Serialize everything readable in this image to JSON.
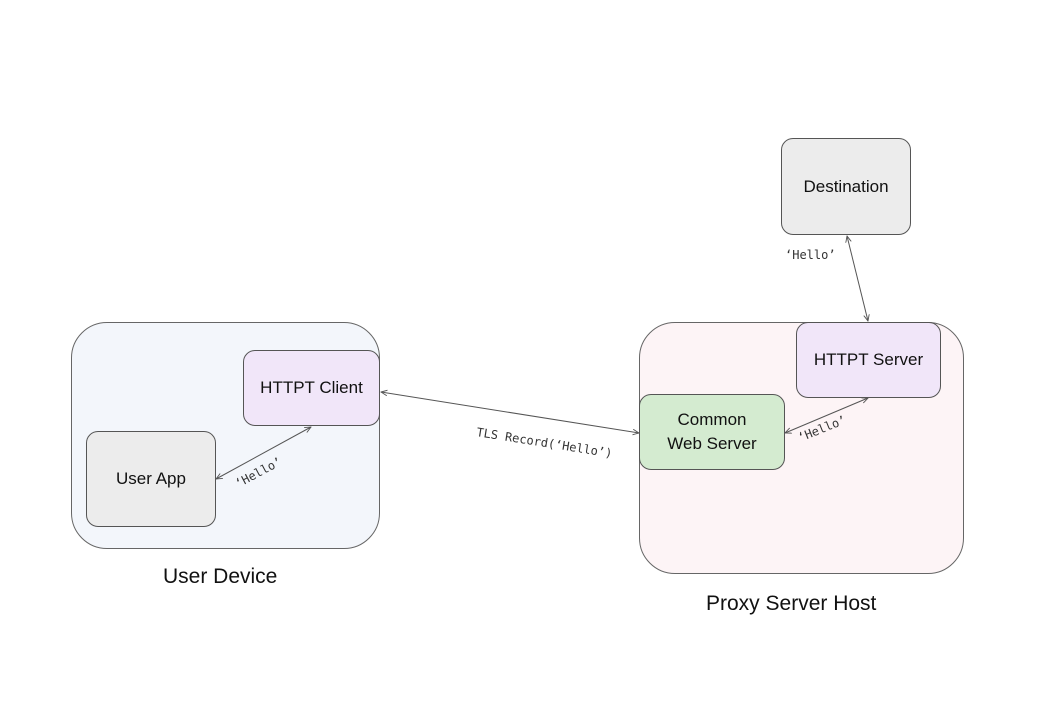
{
  "groups": {
    "user_device": {
      "label": "User Device",
      "fill": "#f3f6fb"
    },
    "proxy_host": {
      "label": "Proxy Server Host",
      "fill": "#fdf4f6"
    }
  },
  "nodes": {
    "destination": {
      "label": "Destination",
      "fill": "#ececec"
    },
    "httpt_server": {
      "label": "HTTPT Server",
      "fill": "#f1e6f9"
    },
    "httpt_client": {
      "label": "HTTPT Client",
      "fill": "#f1e6f9"
    },
    "user_app": {
      "label": "User App",
      "fill": "#ececec"
    },
    "common_web_server": {
      "line1": "Common",
      "line2": "Web Server",
      "fill": "#d4ebd0"
    }
  },
  "edges": {
    "dest_server": "‘Hello’",
    "client_web": "TLS Record(‘Hello’)",
    "app_client": "‘Hello’",
    "web_server": "‘Hello’"
  },
  "colors": {
    "line": "#555555",
    "text": "#111111"
  }
}
